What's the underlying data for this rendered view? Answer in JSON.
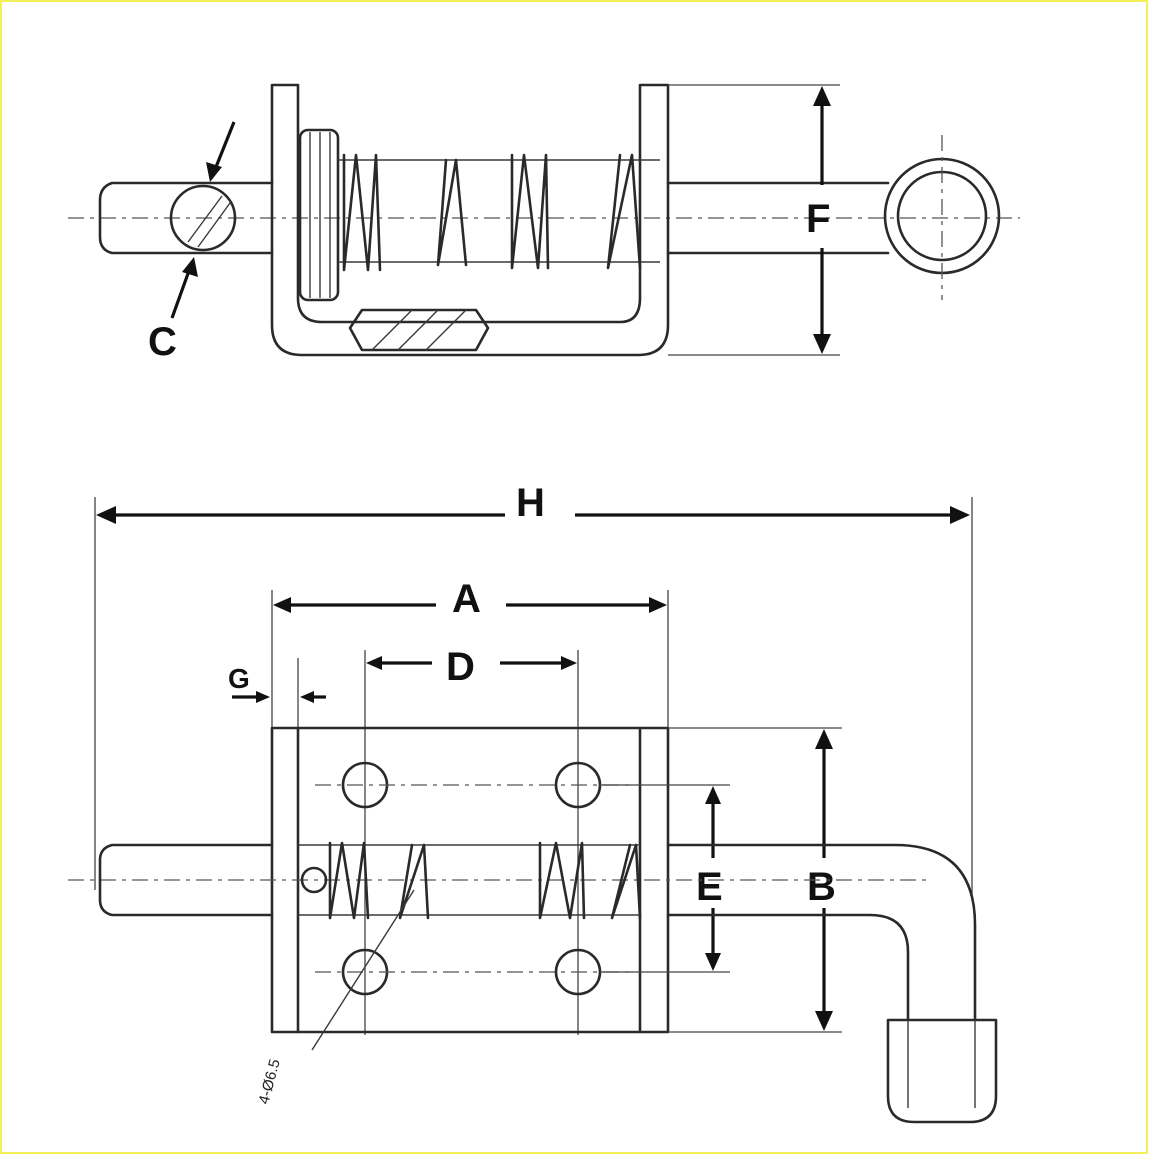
{
  "diagram": {
    "border_color": "#f4f05a",
    "line_color": "#2a2a2a",
    "top_view": {
      "dimension_labels": {
        "c": "C",
        "f": "F"
      }
    },
    "front_view": {
      "dimension_labels": {
        "h": "H",
        "a": "A",
        "d": "D",
        "g": "G",
        "e": "E",
        "b": "B"
      },
      "hole_note": "4-Ø6.5"
    }
  }
}
